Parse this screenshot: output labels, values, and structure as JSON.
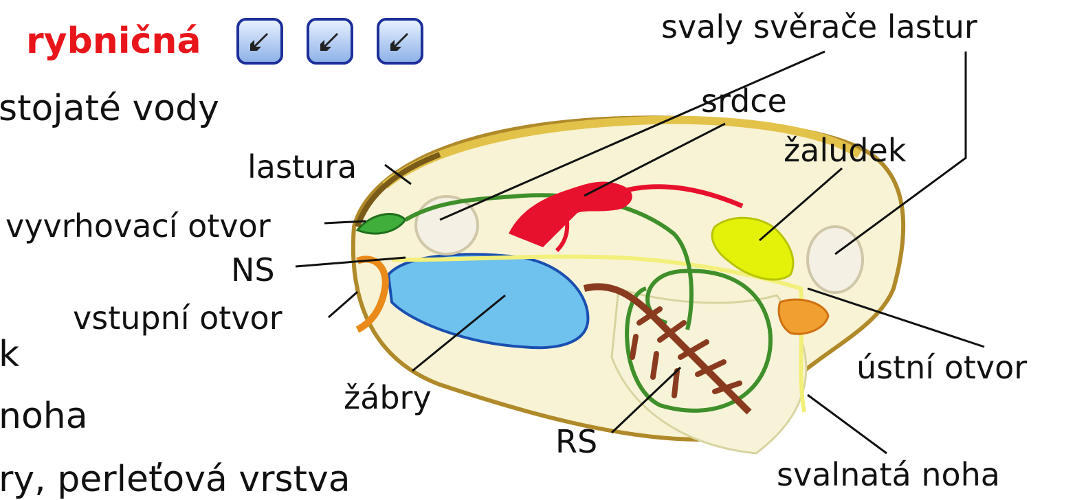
{
  "header": {
    "title": "rybničná",
    "nav_buttons": [
      "sound-icon",
      "sound-icon",
      "sound-icon"
    ]
  },
  "left_text": {
    "line1": "stojaté vody",
    "line2": "k",
    "line3": "noha",
    "line4": "ry, perleťová vrstva"
  },
  "labels": {
    "svaly": "svaly svěrače lastur",
    "srdce": "srdce",
    "zaludek": "žaludek",
    "lastura": "lastura",
    "vyvrhovaci": "vyvrhovací otvor",
    "ns": "NS",
    "vstupni": "vstupní otvor",
    "zabry": "žábry",
    "rs": "RS",
    "ustni": "ústní otvor",
    "noha": "svalnatá noha"
  },
  "colors": {
    "title": "#e8161b",
    "button_border": "#1d2f9a",
    "heart": "#e8112d",
    "stomach": "#e4f20a",
    "gills": "#4aa6e0",
    "nerves": "#f2f07a",
    "intestine": "#3f8f2a",
    "shell": "#c9a030"
  }
}
